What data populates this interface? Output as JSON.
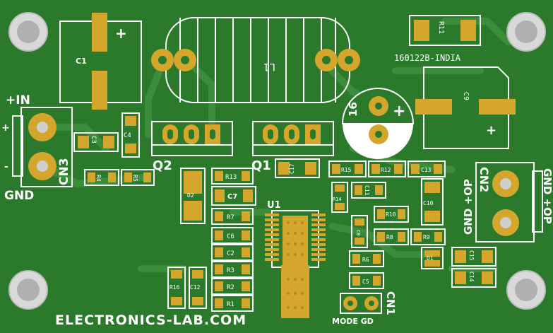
{
  "board": {
    "colors": {
      "solder_mask": "#2d7a2d",
      "trace": "#3a8a3a",
      "pad": "#d4a72c",
      "silkscreen": "#ffffff",
      "hole": "#cfcfcf"
    },
    "title_text": "ELECTRONICS-LAB.COM",
    "code_text": "160122B-INDIA",
    "connector_in": {
      "plus": "+IN",
      "gnd": "GND",
      "ref": "CN3",
      "side_plus": "+",
      "side_minus": "-"
    },
    "connector_out": {
      "ref": "CN2",
      "label1": "GND +OP",
      "label2": "GND +OP"
    },
    "connector_mode": {
      "ref": "CN1",
      "label": "MODE GD"
    },
    "refs": {
      "c1": "C1",
      "c3": "C3",
      "c4": "C4",
      "c9": "C9",
      "l1": "L1",
      "r11": "R11",
      "c16": "16",
      "q1": "Q1",
      "q2": "Q2",
      "d2": "D2",
      "r13": "R13",
      "c7": "C7",
      "r7": "R7",
      "c6": "C6",
      "c2": "C2",
      "r3": "R3",
      "r2": "R2",
      "r1": "R1",
      "r16": "R16",
      "c12": "C12",
      "r4": "R4",
      "r5": "R5",
      "c17": "C17",
      "r15": "R15",
      "r12": "R12",
      "c13": "C13",
      "u1": "U1",
      "c11": "C11",
      "r14": "R14",
      "c10": "C10",
      "r10": "R10",
      "c8": "C8",
      "r8": "R8",
      "r9": "R9",
      "r6": "R6",
      "c5": "C5",
      "d1": "D1",
      "c15": "C15",
      "c14": "C14"
    },
    "plus_signs": [
      "+",
      "+",
      "+"
    ]
  }
}
